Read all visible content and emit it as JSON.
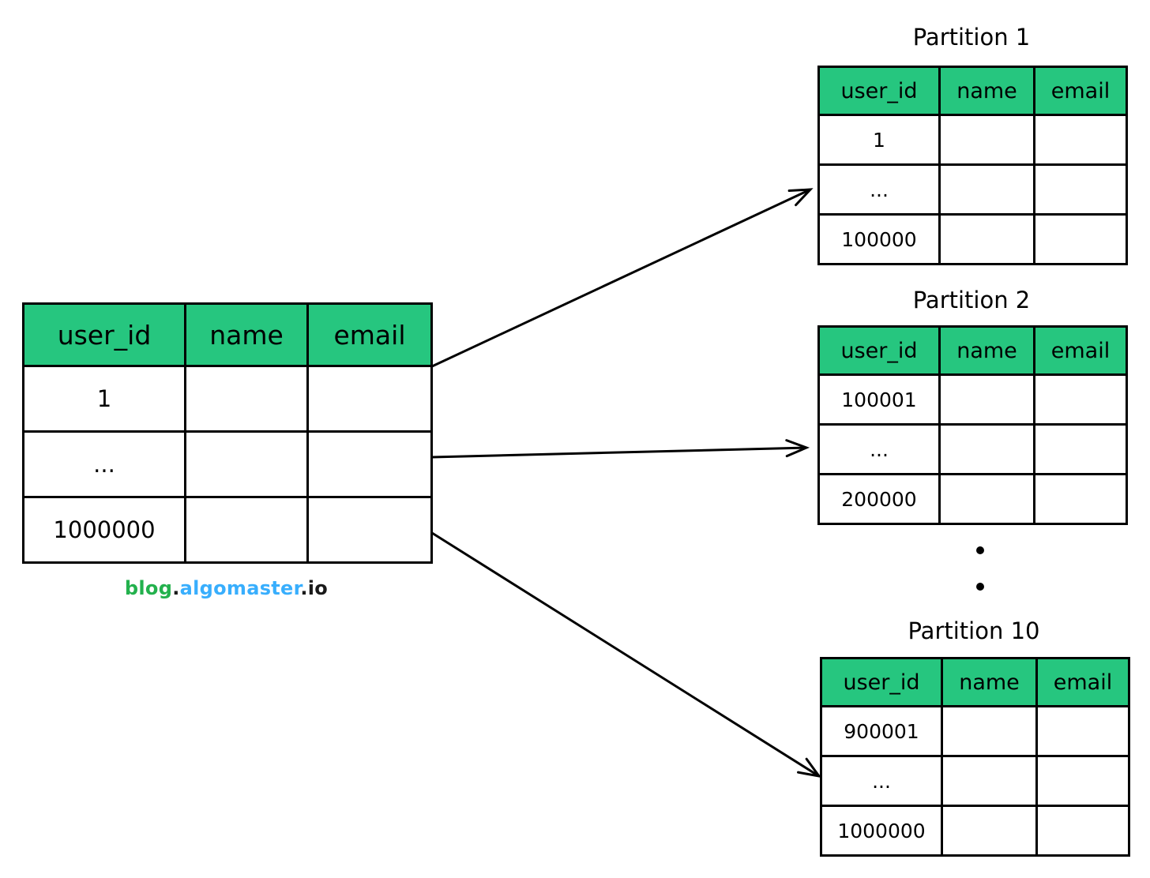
{
  "colors": {
    "header_green": "#26c67f",
    "stroke": "#000000",
    "watermark_green": "#23b14d",
    "watermark_blue": "#38aefd",
    "watermark_dark": "#1a1a1a"
  },
  "main_table": {
    "header": [
      "user_id",
      "name",
      "email"
    ],
    "rows": [
      [
        "1",
        "",
        ""
      ],
      [
        "...",
        "",
        ""
      ],
      [
        "1000000",
        "",
        ""
      ]
    ]
  },
  "watermark": {
    "segments": [
      {
        "text": "blog",
        "color": "#23b14d"
      },
      {
        "text": ".",
        "color": "#1a1a1a"
      },
      {
        "text": "algomaster",
        "color": "#38aefd"
      },
      {
        "text": ".io",
        "color": "#1a1a1a"
      }
    ]
  },
  "partitions": [
    {
      "title": "Partition 1",
      "header": [
        "user_id",
        "name",
        "email"
      ],
      "rows": [
        [
          "1",
          "",
          ""
        ],
        [
          "...",
          "",
          ""
        ],
        [
          "100000",
          "",
          ""
        ]
      ]
    },
    {
      "title": "Partition 2",
      "header": [
        "user_id",
        "name",
        "email"
      ],
      "rows": [
        [
          "100001",
          "",
          ""
        ],
        [
          "...",
          "",
          ""
        ],
        [
          "200000",
          "",
          ""
        ]
      ]
    },
    {
      "title": "Partition 10",
      "header": [
        "user_id",
        "name",
        "email"
      ],
      "rows": [
        [
          "900001",
          "",
          ""
        ],
        [
          "...",
          "",
          ""
        ],
        [
          "1000000",
          "",
          ""
        ]
      ]
    }
  ],
  "vertical_ellipsis": [
    "•",
    "•"
  ]
}
